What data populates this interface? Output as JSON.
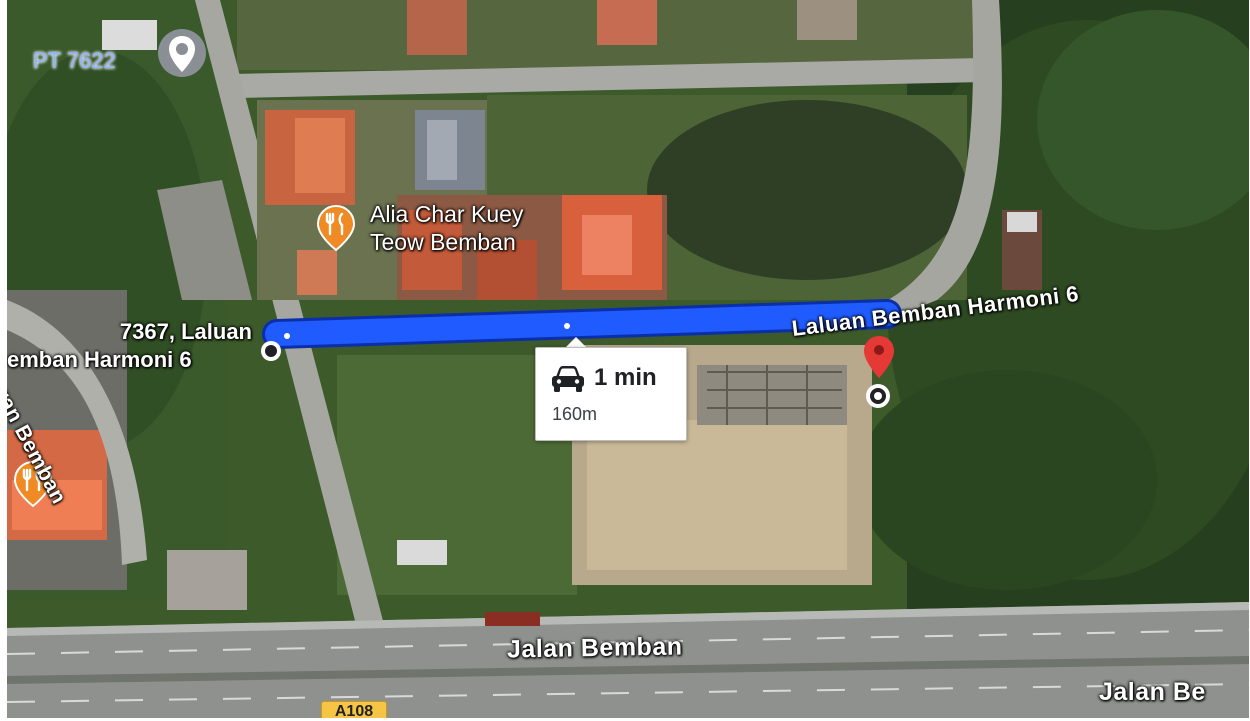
{
  "map": {
    "markers": {
      "pt_label": "PT 7622",
      "poi_name_line1": "Alia Char Kuey",
      "poi_name_line2": "Teow Bemban",
      "origin_line1": "7367, Laluan",
      "origin_line2": "emban Harmoni 6"
    },
    "roads": {
      "laluan_bemban_harmoni_6": "Laluan Bemban Harmoni 6",
      "jalan_bemban_main": "Jalan Bemban",
      "jalan_bemban_right": "Jalan Be",
      "left_diagonal": "ersiaran Bemban",
      "shield": "A108"
    },
    "route": {
      "time": "1 min",
      "distance": "160m"
    },
    "colors": {
      "route": "#1a56f0",
      "route_outline": "#0b2fa8",
      "poi": "#f08a24",
      "destination": "#e53935",
      "vegetation": "#3f5a2a"
    },
    "icons": [
      "location-pin-icon",
      "restaurant-icon",
      "car-icon",
      "destination-pin-icon",
      "origin-dot-icon"
    ]
  }
}
